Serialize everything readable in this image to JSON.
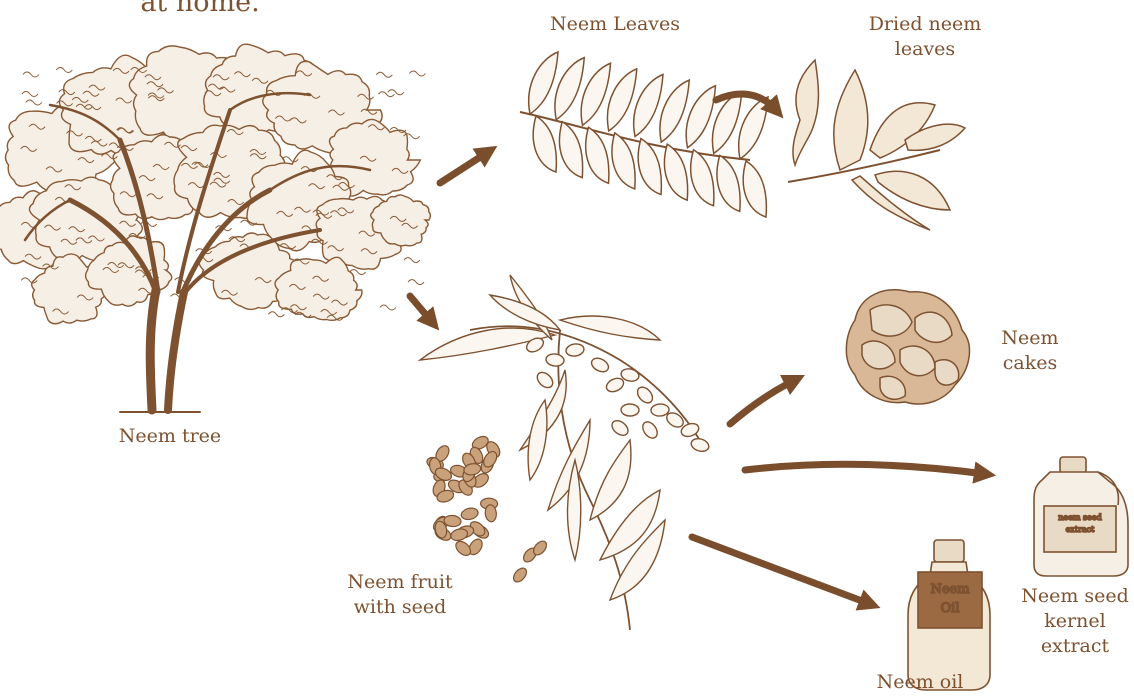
{
  "colors": {
    "ink": "#7e5231",
    "arrow": "#7a4e2c",
    "fill_light": "#e9dac6",
    "background": "#ffffff"
  },
  "labels": {
    "top_fragment": "at home.",
    "neem_leaves": "Neem Leaves",
    "dried_neem_leaves": "Dried neem\nleaves",
    "neem_tree": "Neem tree",
    "neem_cakes": "Neem\ncakes",
    "neem_fruit_with_seed": "Neem fruit\nwith seed",
    "neem_oil": "Neem oil",
    "neem_seed_kernel_extract": "Neem seed\nkernel\nextract"
  },
  "bottle_label": {
    "line1": "Neem",
    "line2": "Oil"
  },
  "jug_label": {
    "line1": "neem seed",
    "line2": "extract"
  },
  "flows": [
    {
      "from": "Neem tree",
      "to": "Neem Leaves"
    },
    {
      "from": "Neem Leaves",
      "to": "Dried neem leaves"
    },
    {
      "from": "Neem tree",
      "to": "Neem fruit with seed"
    },
    {
      "from": "Neem fruit with seed",
      "to": "Neem cakes"
    },
    {
      "from": "Neem fruit with seed",
      "to": "Neem seed kernel extract"
    },
    {
      "from": "Neem fruit with seed",
      "to": "Neem oil"
    }
  ]
}
